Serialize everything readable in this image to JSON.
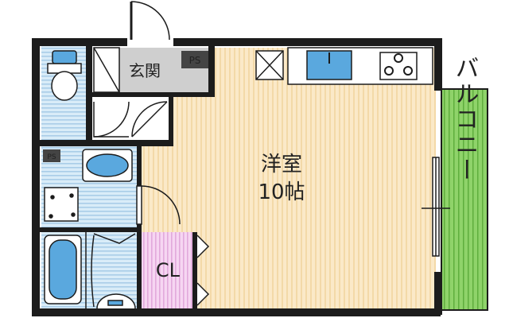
{
  "rooms": {
    "entrance": "玄関",
    "ps_top": "PS",
    "ps_left": "PS",
    "western_room_name": "洋室",
    "western_room_size": "10帖",
    "closet": "CL",
    "balcony": "バルコニー"
  },
  "colors": {
    "wall": "#1c1c1c",
    "floor_wood": "#fbe9c8",
    "floor_stripe": "#f3d9a8",
    "wet_area": "#d9ecf8",
    "wet_stripe": "#a9cde8",
    "closet": "#f6d6f2",
    "closet_stripe": "#e2a9dc",
    "balcony": "#8fd36a",
    "balcony_stripe": "#5fae3d",
    "fixture_blue": "#5aa8de",
    "entrance_floor": "#cfcfcf",
    "ps_box": "#444444"
  }
}
